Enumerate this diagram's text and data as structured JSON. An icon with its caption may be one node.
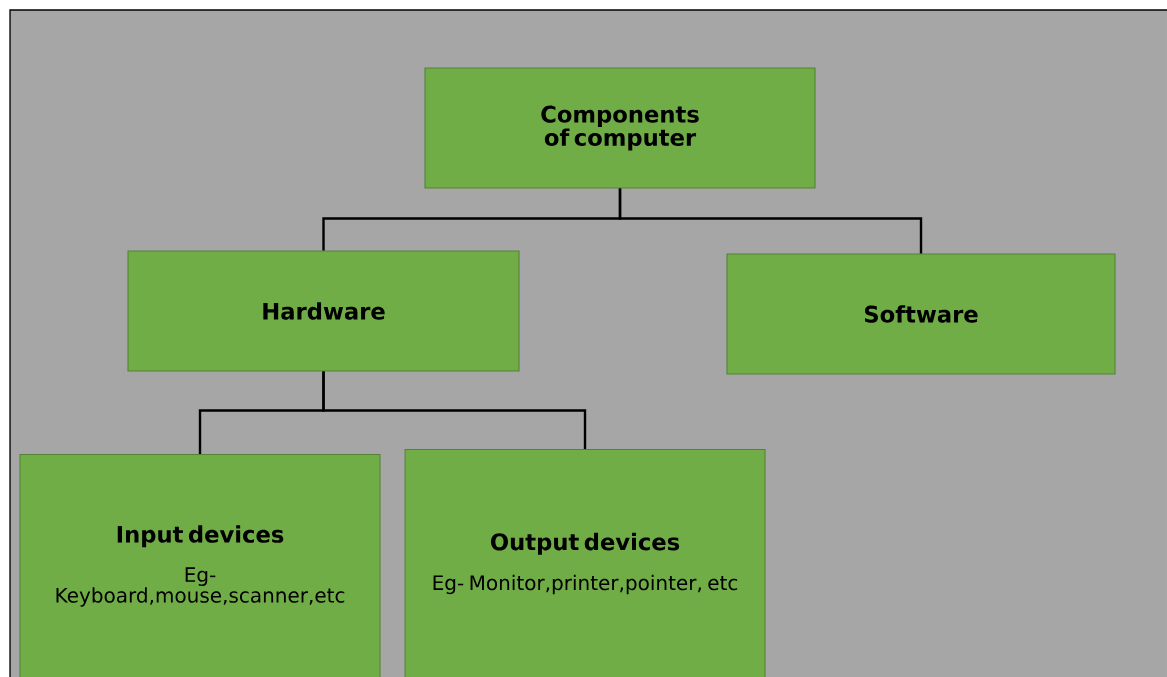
{
  "diagram": {
    "nodes": [
      {
        "text": [
          "Components of computer"
        ]
      },
      {
        "text": [
          "Hardware"
        ]
      },
      {
        "text": [
          "Software"
        ]
      },
      {
        "text": [
          "Input devices",
          "Eg- Keyboard,mouse,scanner,etc"
        ]
      },
      {
        "text": [
          "Output devices",
          "Eg- Monitor,printer,pointer, etc"
        ]
      }
    ],
    "edges": [
      {
        "from": 0,
        "to": 1,
        "arrow": "none"
      },
      {
        "from": 0,
        "to": 2,
        "arrow": "none"
      },
      {
        "from": 1,
        "to": 3,
        "arrow": "none"
      },
      {
        "from": 1,
        "to": 4,
        "arrow": "none"
      }
    ]
  }
}
